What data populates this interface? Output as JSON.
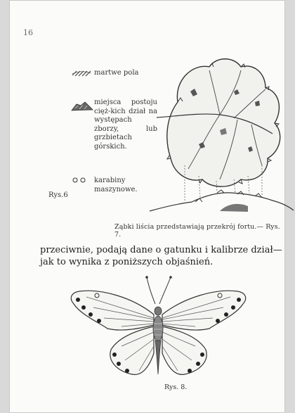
{
  "page": {
    "number": "16",
    "legend": [
      {
        "icon": "hatched-mark-icon",
        "text": "martwe pola"
      },
      {
        "icon": "rock-mark-icon",
        "text": "miejsca postoju cięż-kich dział na występach zborzy, lub grzbietach górskich."
      },
      {
        "icon": "double-circle-icon",
        "text": "karabiny maszynowe."
      }
    ],
    "figure6_caption": "Rys.6",
    "figure7_caption": "Ząbki liścia przedstawiają przekrój fortu.— Rys. 7.",
    "body_text": [
      "przeciwnie, podają dane o gatunku i kalibrze dział—",
      "jak to wynika z poniższych objaśnień."
    ],
    "figure8_caption": "Rys. 8."
  }
}
